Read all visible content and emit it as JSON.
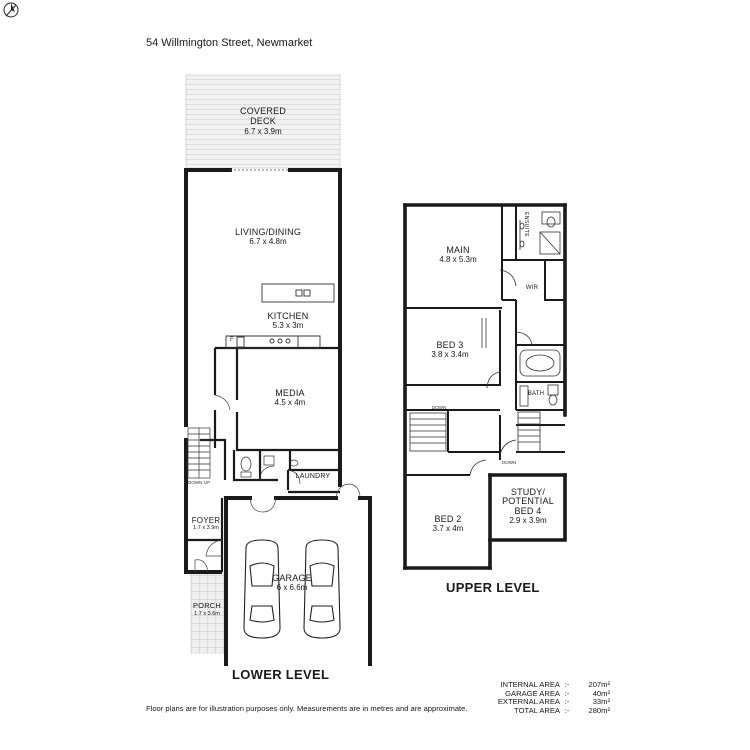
{
  "header": {
    "address": "54 Willmington Street, Newmarket",
    "compass": "north-compass-icon"
  },
  "lower_level": {
    "label": "LOWER LEVEL",
    "rooms": {
      "covered_deck": {
        "name": "COVERED\nDECK",
        "dims": "6.7 x 3.9m"
      },
      "living_dining": {
        "name": "LIVING/DINING",
        "dims": "6.7 x 4.8m"
      },
      "kitchen": {
        "name": "KITCHEN",
        "dims": "5.3 x 3m"
      },
      "media": {
        "name": "MEDIA",
        "dims": "4.5 x 4m"
      },
      "laundry": {
        "name": "LAUNDRY"
      },
      "foyer": {
        "name": "FOYER",
        "dims": "1.7 x 3.9m"
      },
      "garage": {
        "name": "GARAGE",
        "dims": "6 x 6.6m"
      },
      "porch": {
        "name": "PORCH",
        "dims": "1.7 x 3.6m"
      }
    },
    "marks": {
      "fridge": "F",
      "down": "DOWN",
      "up": "UP"
    }
  },
  "upper_level": {
    "label": "UPPER LEVEL",
    "rooms": {
      "main": {
        "name": "MAIN",
        "dims": "4.8 x 5.3m"
      },
      "ensuite": {
        "name": "ENSUITE"
      },
      "wir": {
        "name": "WIR"
      },
      "bed3": {
        "name": "BED 3",
        "dims": "3.8 x 3.4m"
      },
      "bath": {
        "name": "BATH"
      },
      "bed2": {
        "name": "BED 2",
        "dims": "3.7 x 4m"
      },
      "study": {
        "name": "STUDY/\nPOTENTIAL\nBED 4",
        "dims": "2.9 x 3.9m"
      }
    },
    "marks": {
      "down1": "DOWN",
      "down2": "DOWN"
    }
  },
  "areas": [
    {
      "label": "INTERNAL AREA",
      "value": "207m²"
    },
    {
      "label": "GARAGE AREA",
      "value": "40m²"
    },
    {
      "label": "EXTERNAL AREA",
      "value": "33m²"
    },
    {
      "label": "TOTAL AREA",
      "value": "280m²"
    }
  ],
  "footer": {
    "disclaimer": "Floor plans are for illustration purposes only. Measurements are in metres and are approximate."
  }
}
